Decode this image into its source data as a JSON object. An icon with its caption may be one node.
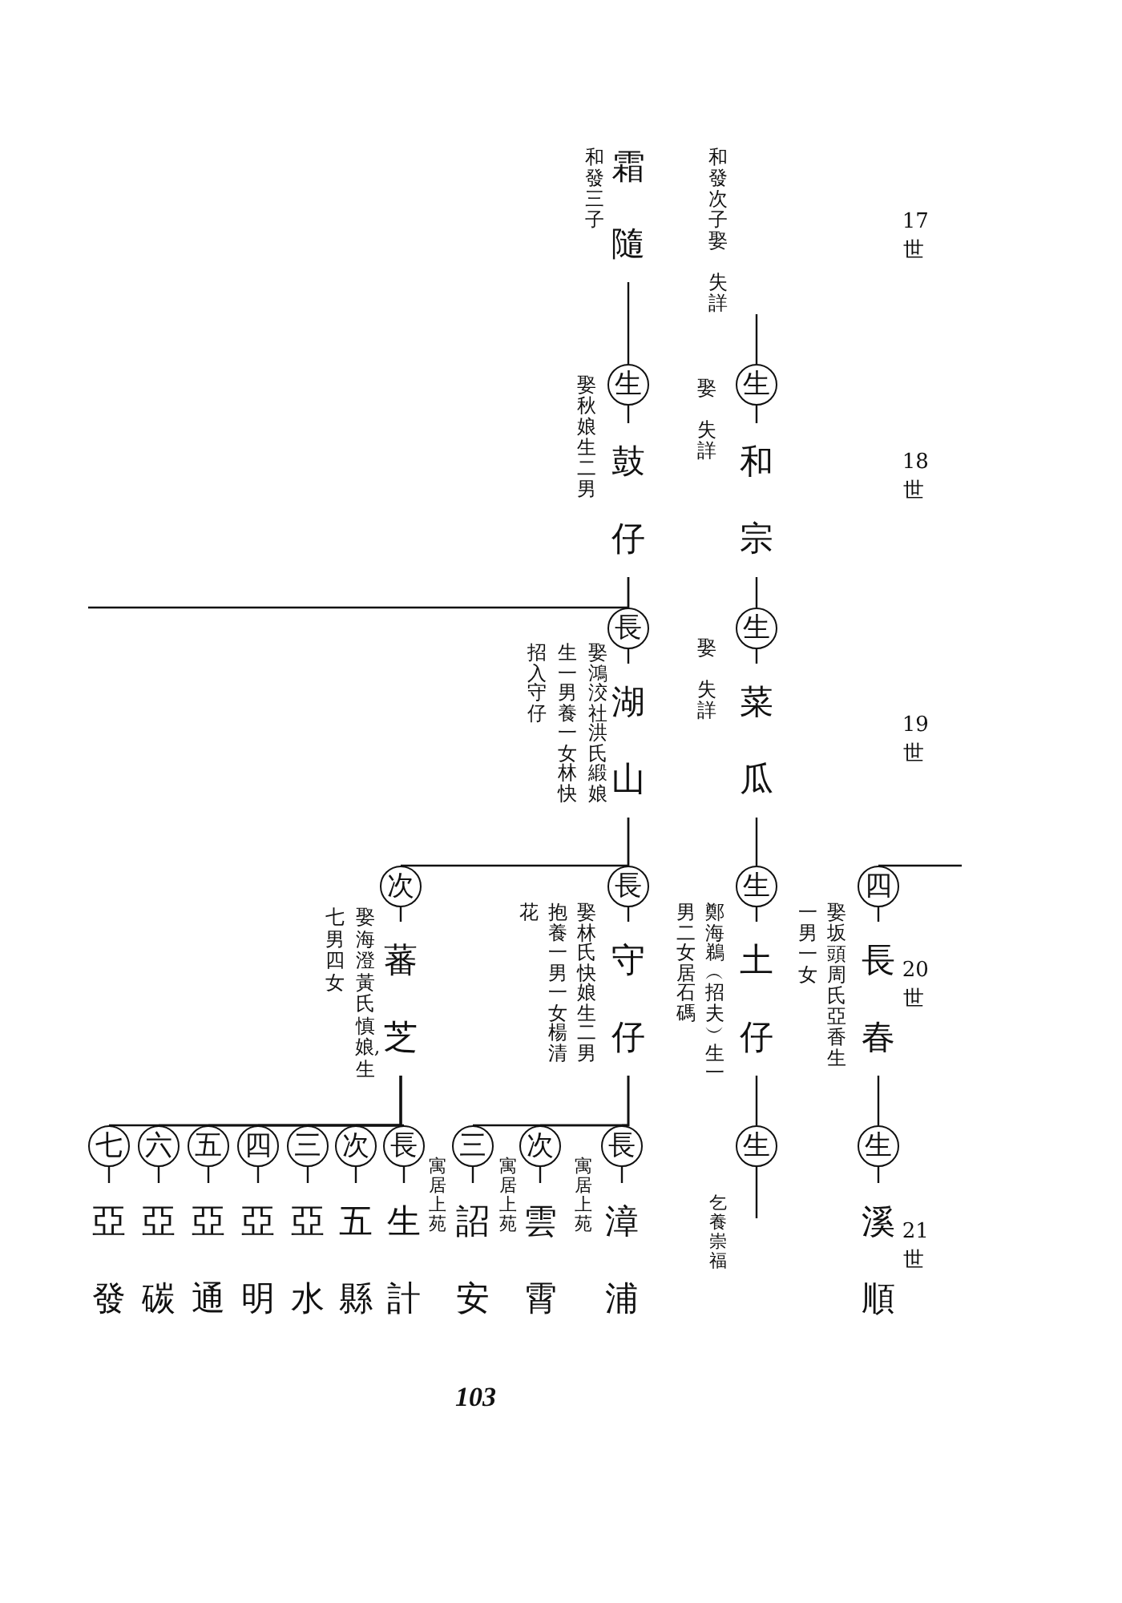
{
  "diagram": {
    "nodes": [
      {
        "text": [
          "霜隨"
        ],
        "beside": [
          "和發三子"
        ]
      },
      {
        "text": [
          "生"
        ]
      },
      {
        "text": [
          "鼓仔"
        ],
        "beside": [
          "娶秋娘生二男"
        ]
      },
      {
        "text": [
          "生"
        ]
      },
      {
        "text": [
          "和宗"
        ],
        "beside": [
          "娶",
          "失詳"
        ]
      },
      {
        "text": [
          "長"
        ]
      },
      {
        "text": [
          "湖山"
        ],
        "beside": [
          "娶鴻洨社洪氏緞娘",
          "生一男養一女林快",
          "招入守仔"
        ]
      },
      {
        "text": [
          "生"
        ]
      },
      {
        "text": [
          "菜瓜"
        ],
        "beside": [
          "娶",
          "失詳"
        ]
      },
      {
        "text": [
          "次"
        ]
      },
      {
        "text": [
          "蕃芝"
        ],
        "beside": [
          "娶海澄黃氏慎娘,生",
          "七男四女"
        ]
      },
      {
        "text": [
          "長"
        ]
      },
      {
        "text": [
          "守仔"
        ],
        "beside": [
          "娶林氏快娘生二男",
          "抱養一男一女楊清",
          "花"
        ]
      },
      {
        "text": [
          "生"
        ]
      },
      {
        "text": [
          "土仔"
        ],
        "beside": [
          "鄭海鵜︵招夫︶生一",
          "男二女居石碼"
        ]
      },
      {
        "text": [
          "四"
        ]
      },
      {
        "text": [
          "長春"
        ],
        "beside": [
          "娶坂頭周氏亞香生",
          "一男一女"
        ]
      },
      {
        "text": [
          "生"
        ],
        "beside": [
          "乞養崇福"
        ]
      },
      {
        "text": [
          "生"
        ]
      },
      {
        "text": [
          "溪順"
        ]
      },
      {
        "text": [
          "長"
        ]
      },
      {
        "text": [
          "漳浦"
        ],
        "beside": [
          "寓居上苑"
        ]
      },
      {
        "text": [
          "次"
        ]
      },
      {
        "text": [
          "雲霄"
        ],
        "beside": [
          "寓居上苑"
        ]
      },
      {
        "text": [
          "三"
        ]
      },
      {
        "text": [
          "詔安"
        ],
        "beside": [
          "寓居上苑"
        ]
      },
      {
        "text": [
          "長"
        ]
      },
      {
        "text": [
          "生計"
        ]
      },
      {
        "text": [
          "次"
        ]
      },
      {
        "text": [
          "五縣"
        ]
      },
      {
        "text": [
          "三"
        ]
      },
      {
        "text": [
          "亞水"
        ]
      },
      {
        "text": [
          "四"
        ]
      },
      {
        "text": [
          "亞明"
        ]
      },
      {
        "text": [
          "五"
        ]
      },
      {
        "text": [
          "亞通"
        ]
      },
      {
        "text": [
          "六"
        ]
      },
      {
        "text": [
          "亞碳"
        ]
      },
      {
        "text": [
          "七"
        ]
      },
      {
        "text": [
          "亞發"
        ]
      }
    ],
    "edges": [
      {
        "from": 0,
        "to": 1,
        "arrow": "none"
      },
      {
        "from": 1,
        "to": 2,
        "arrow": "none"
      },
      {
        "from": null,
        "to": 3,
        "arrow": "none"
      },
      {
        "from": 3,
        "to": 4,
        "arrow": "none"
      },
      {
        "from": 2,
        "to": 5,
        "arrow": "none"
      },
      {
        "from": 2,
        "to": null,
        "arrow": "none"
      },
      {
        "from": 5,
        "to": 6,
        "arrow": "none"
      },
      {
        "from": 4,
        "to": 7,
        "arrow": "none"
      },
      {
        "from": 7,
        "to": 8,
        "arrow": "none"
      },
      {
        "from": 6,
        "to": 9,
        "arrow": "none"
      },
      {
        "from": 6,
        "to": 11,
        "arrow": "none"
      },
      {
        "from": 9,
        "to": 10,
        "arrow": "none"
      },
      {
        "from": 11,
        "to": 12,
        "arrow": "none"
      },
      {
        "from": 8,
        "to": 13,
        "arrow": "none"
      },
      {
        "from": 13,
        "to": 14,
        "arrow": "none"
      },
      {
        "from": null,
        "to": 15,
        "arrow": "none"
      },
      {
        "from": 15,
        "to": 16,
        "arrow": "none"
      },
      {
        "from": 14,
        "to": 17,
        "arrow": "none"
      },
      {
        "from": 17,
        "to": null,
        "arrow": "none"
      },
      {
        "from": 16,
        "to": 18,
        "arrow": "none"
      },
      {
        "from": 18,
        "to": 19,
        "arrow": "none"
      },
      {
        "from": 12,
        "to": 20,
        "arrow": "none"
      },
      {
        "from": 12,
        "to": 22,
        "arrow": "none"
      },
      {
        "from": 12,
        "to": 24,
        "arrow": "none"
      },
      {
        "from": 20,
        "to": 21,
        "arrow": "none"
      },
      {
        "from": 22,
        "to": 23,
        "arrow": "none"
      },
      {
        "from": 24,
        "to": 25,
        "arrow": "none"
      },
      {
        "from": 10,
        "to": 26,
        "arrow": "none"
      },
      {
        "from": 10,
        "to": 28,
        "arrow": "none"
      },
      {
        "from": 10,
        "to": 30,
        "arrow": "none"
      },
      {
        "from": 10,
        "to": 32,
        "arrow": "none"
      },
      {
        "from": 10,
        "to": 34,
        "arrow": "none"
      },
      {
        "from": 10,
        "to": 36,
        "arrow": "none"
      },
      {
        "from": 10,
        "to": 38,
        "arrow": "none"
      },
      {
        "from": 26,
        "to": 27,
        "arrow": "none"
      },
      {
        "from": 28,
        "to": 29,
        "arrow": "none"
      },
      {
        "from": 30,
        "to": 31,
        "arrow": "none"
      },
      {
        "from": 32,
        "to": 33,
        "arrow": "none"
      },
      {
        "from": 34,
        "to": 35,
        "arrow": "none"
      },
      {
        "from": 36,
        "to": 37,
        "arrow": "none"
      },
      {
        "from": 38,
        "to": 39,
        "arrow": "none"
      }
    ],
    "labels": [
      "和發次子娶",
      "失詳",
      "17世",
      "18世",
      "19世",
      "20世",
      "21世",
      "103"
    ]
  }
}
